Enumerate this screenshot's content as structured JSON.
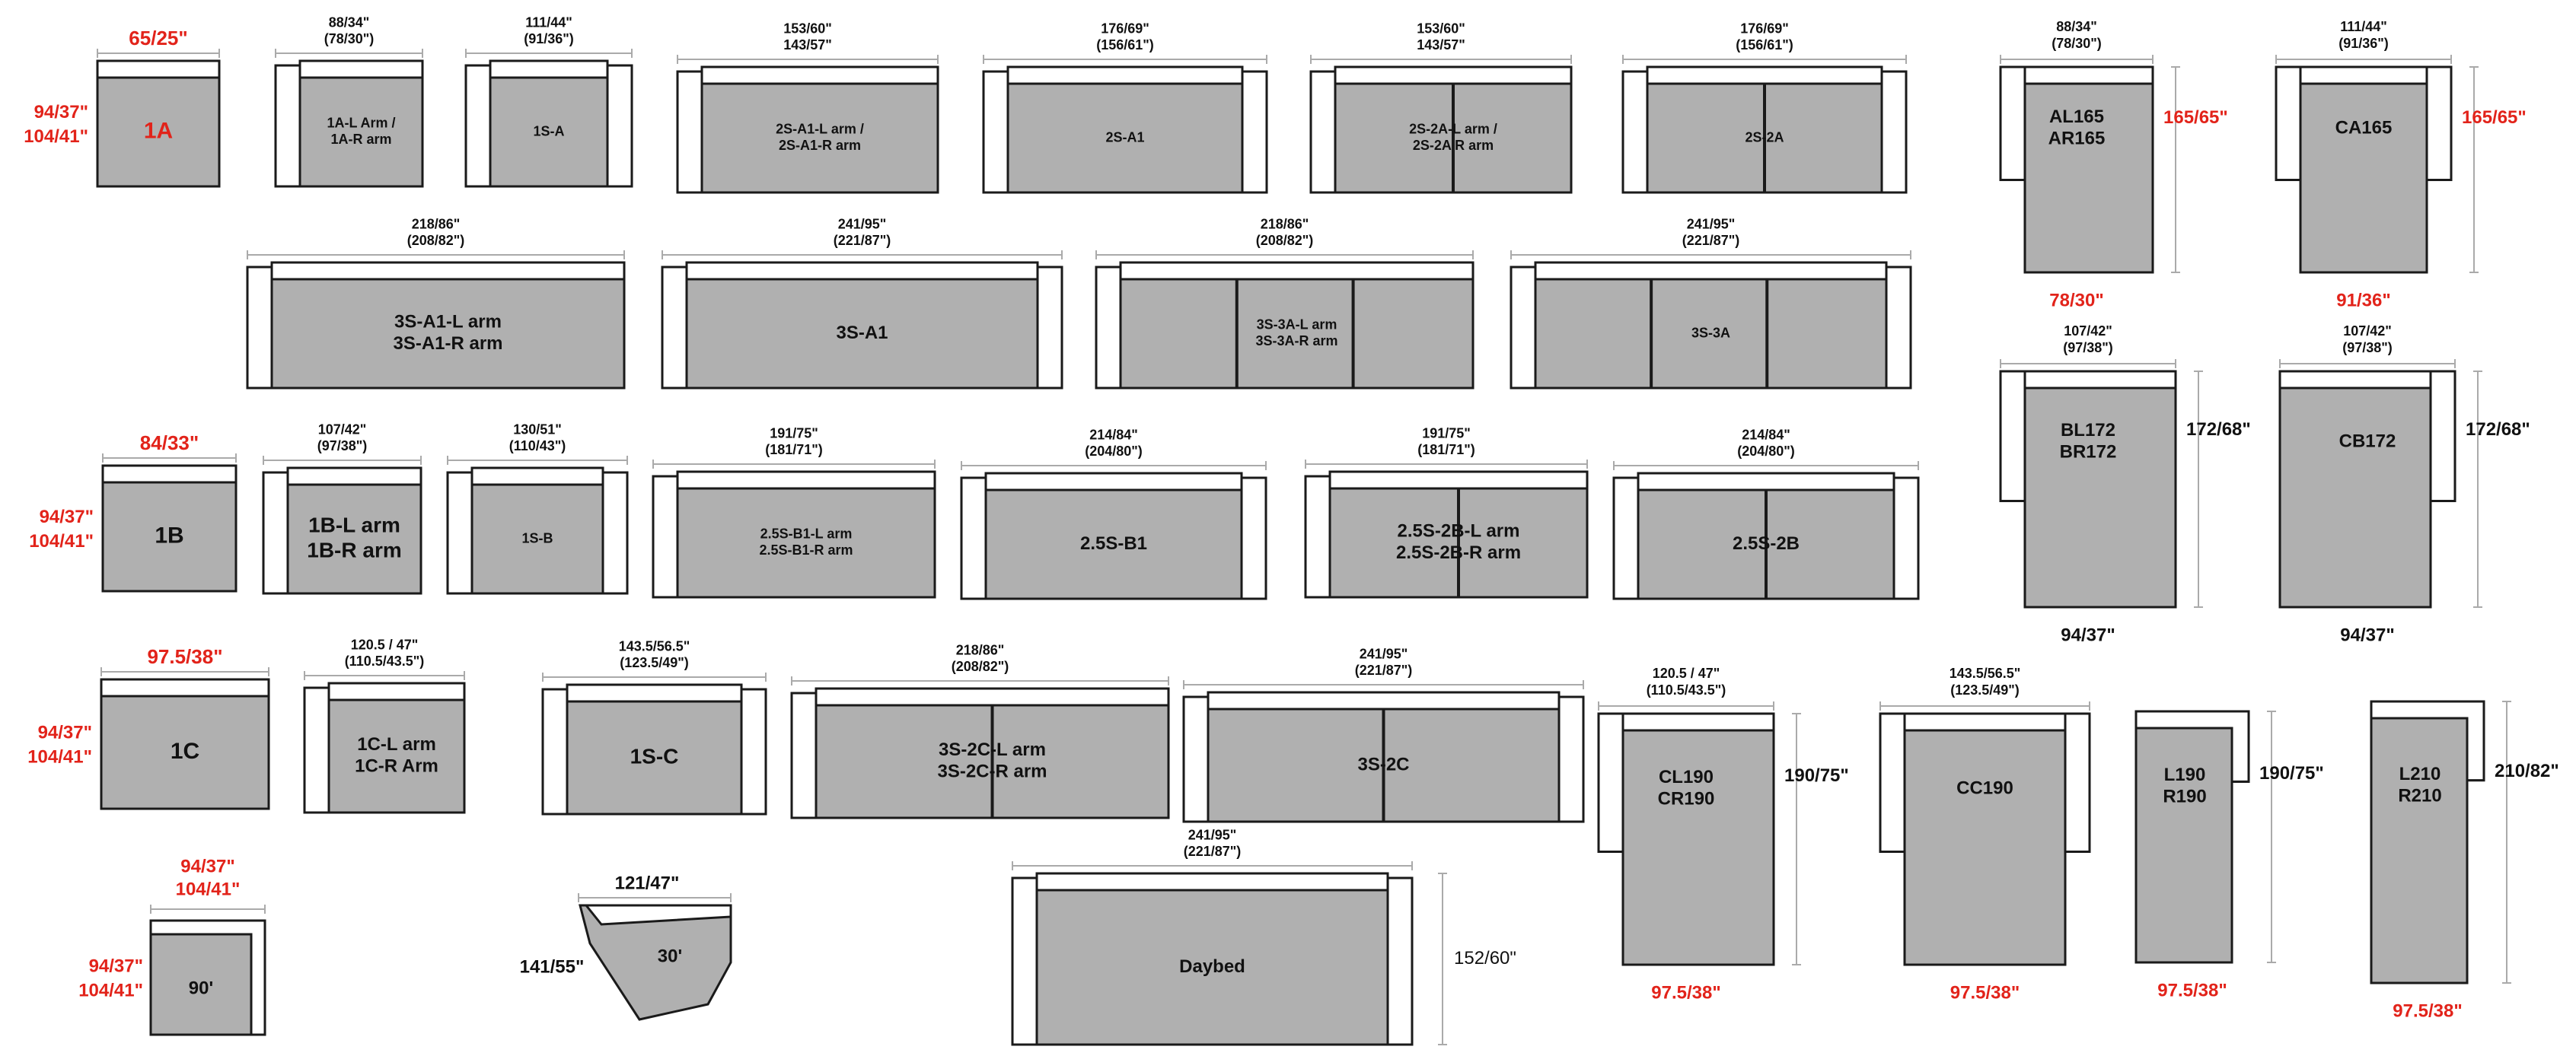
{
  "style": {
    "fill": "#b0b0b0",
    "outline": "#1a1a1a",
    "back_fill": "#ffffff",
    "dim_line": "#aaaaaa",
    "text": "#111111",
    "red": "#e2231a"
  },
  "pieces": [
    {
      "id": "1A",
      "label": [
        "1A"
      ],
      "label_red": true,
      "label_size": "xl",
      "top": [
        "65/25\""
      ],
      "top_red": true,
      "left": [
        "94/37\"",
        "104/41\""
      ],
      "left_red": true,
      "arms": "none"
    },
    {
      "id": "1A-arm",
      "label": [
        "1A-L Arm /",
        "1A-R arm"
      ],
      "top": [
        "88/34\"",
        "(78/30\")"
      ],
      "arms": "left"
    },
    {
      "id": "1S-A",
      "label": [
        "1S-A"
      ],
      "top": [
        "111/44\"",
        "(91/36\")"
      ],
      "arms": "both"
    },
    {
      "id": "2S-A1-arm",
      "label": [
        "2S-A1-L arm /",
        "2S-A1-R arm"
      ],
      "top": [
        "153/60\"",
        "143/57\""
      ],
      "arms": "left"
    },
    {
      "id": "2S-A1",
      "label": [
        "2S-A1"
      ],
      "top": [
        "176/69\"",
        "(156/61\")"
      ],
      "arms": "both"
    },
    {
      "id": "2S-2A-arm",
      "label": [
        "2S-2A-L arm /",
        "2S-2A R arm"
      ],
      "top": [
        "153/60\"",
        "143/57\""
      ],
      "arms": "left",
      "split": [
        0.5
      ]
    },
    {
      "id": "2S-2A",
      "label": [
        "2S-2A"
      ],
      "top": [
        "176/69\"",
        "(156/61\")"
      ],
      "arms": "both",
      "split": [
        0.5
      ]
    },
    {
      "id": "3S-A1-arm",
      "label": [
        "3S-A1-L arm",
        "3S-A1-R arm"
      ],
      "label_size": "l",
      "top": [
        "218/86\"",
        "(208/82\")"
      ],
      "arms": "left"
    },
    {
      "id": "3S-A1",
      "label": [
        "3S-A1"
      ],
      "label_size": "l",
      "top": [
        "241/95\"",
        "(221/87\")"
      ],
      "arms": "both"
    },
    {
      "id": "3S-3A-arm",
      "label": [
        "3S-3A-L arm",
        "3S-3A-R arm"
      ],
      "top": [
        "218/86\"",
        "(208/82\")"
      ],
      "arms": "left",
      "split": [
        0.33,
        0.66
      ]
    },
    {
      "id": "3S-3A",
      "label": [
        "3S-3A"
      ],
      "top": [
        "241/95\"",
        "(221/87\")"
      ],
      "arms": "both",
      "split": [
        0.33,
        0.66
      ]
    },
    {
      "id": "1B",
      "label": [
        "1B"
      ],
      "label_size": "xl",
      "top": [
        "84/33\""
      ],
      "top_red": true,
      "left": [
        "94/37\"",
        "104/41\""
      ],
      "left_red": true,
      "arms": "none"
    },
    {
      "id": "1B-arm",
      "label": [
        "1B-L arm",
        "1B-R arm"
      ],
      "label_size": "xl2",
      "top": [
        "107/42\"",
        "(97/38\")"
      ],
      "arms": "left"
    },
    {
      "id": "1S-B",
      "label": [
        "1S-B"
      ],
      "top": [
        "130/51\"",
        "(110/43\")"
      ],
      "arms": "both"
    },
    {
      "id": "2.5S-B1-arm",
      "label": [
        "2.5S-B1-L arm",
        "2.5S-B1-R arm"
      ],
      "top": [
        "191/75\"",
        "(181/71\")"
      ],
      "arms": "left"
    },
    {
      "id": "2.5S-B1",
      "label": [
        "2.5S-B1"
      ],
      "label_size": "l",
      "top": [
        "214/84\"",
        "(204/80\")"
      ],
      "arms": "both"
    },
    {
      "id": "2.5S-2B-arm",
      "label": [
        "2.5S-2B-L arm",
        "2.5S-2B-R arm"
      ],
      "label_size": "l",
      "top": [
        "191/75\"",
        "(181/71\")"
      ],
      "arms": "left",
      "split": [
        0.5
      ]
    },
    {
      "id": "2.5S-2B",
      "label": [
        "2.5S-2B"
      ],
      "label_size": "l",
      "top": [
        "214/84\"",
        "(204/80\")"
      ],
      "arms": "both",
      "split": [
        0.5
      ]
    },
    {
      "id": "1C",
      "label": [
        "1C"
      ],
      "label_size": "xl",
      "top": [
        "97.5/38\""
      ],
      "top_red": true,
      "left": [
        "94/37\"",
        "104/41\""
      ],
      "left_red": true,
      "arms": "none"
    },
    {
      "id": "1C-arm",
      "label": [
        "1C-L arm",
        "1C-R Arm"
      ],
      "label_size": "l",
      "top": [
        "120.5 / 47\"",
        "(110.5/43.5\")"
      ],
      "arms": "left"
    },
    {
      "id": "1S-C",
      "label": [
        "1S-C"
      ],
      "label_size": "xl2",
      "top": [
        "143.5/56.5\"",
        "(123.5/49\")"
      ],
      "arms": "both"
    },
    {
      "id": "3S-2C-arm",
      "label": [
        "3S-2C-L arm",
        "3S-2C-R arm"
      ],
      "label_size": "l",
      "top": [
        "218/86\"",
        "(208/82\")"
      ],
      "arms": "left",
      "split": [
        0.5
      ]
    },
    {
      "id": "3S-2C",
      "label": [
        "3S-2C"
      ],
      "label_size": "l",
      "top": [
        "241/95\"",
        "(221/87\")"
      ],
      "arms": "both",
      "split": [
        0.5
      ]
    },
    {
      "id": "Daybed",
      "label": [
        "Daybed"
      ],
      "label_size": "l",
      "top": [
        "241/95\"",
        "(221/87\")"
      ],
      "right": [
        "152/60\""
      ],
      "arms": "both"
    }
  ],
  "chaises": [
    {
      "id": "AL165",
      "label": [
        "AL165",
        "AR165"
      ],
      "top": [
        "88/34\"",
        "(78/30\")"
      ],
      "side": [
        "165/65\""
      ],
      "side_red": true,
      "bottom": [
        "78/30\""
      ],
      "bottom_red": true
    },
    {
      "id": "CA165",
      "label": [
        "CA165"
      ],
      "top": [
        "111/44\"",
        "(91/36\")"
      ],
      "side": [
        "165/65\""
      ],
      "side_red": true,
      "bottom": [
        "91/36\""
      ],
      "bottom_red": true
    },
    {
      "id": "BL172",
      "label": [
        "BL172",
        "BR172"
      ],
      "top": [
        "107/42\"",
        "(97/38\")"
      ],
      "side": [
        "172/68\""
      ],
      "bottom": [
        "94/37\""
      ]
    },
    {
      "id": "CB172",
      "label": [
        "CB172"
      ],
      "top": [
        "107/42\"",
        "(97/38\")"
      ],
      "side": [
        "172/68\""
      ],
      "bottom": [
        "94/37\""
      ]
    },
    {
      "id": "CL190",
      "label": [
        "CL190",
        "CR190"
      ],
      "top": [
        "120.5 / 47\"",
        "(110.5/43.5\")"
      ],
      "side": [
        "190/75\""
      ],
      "bottom": [
        "97.5/38\""
      ],
      "bottom_red": true
    },
    {
      "id": "CC190",
      "label": [
        "CC190"
      ],
      "top": [
        "143.5/56.5\"",
        "(123.5/49\")"
      ],
      "bottom": [
        "97.5/38\""
      ],
      "bottom_red": true
    },
    {
      "id": "L190",
      "label": [
        "L190",
        "R190"
      ],
      "side": [
        "190/75\""
      ],
      "bottom": [
        "97.5/38\""
      ],
      "bottom_red": true
    },
    {
      "id": "L210",
      "label": [
        "L210",
        "R210"
      ],
      "side": [
        "210/82\""
      ],
      "bottom": [
        "97.5/38\""
      ],
      "bottom_red": true
    }
  ],
  "corners": [
    {
      "id": "90",
      "label": [
        "90'"
      ],
      "top": [
        "94/37\"",
        "104/41\""
      ],
      "top_red": true,
      "left": [
        "94/37\"",
        "104/41\""
      ],
      "left_red": true
    },
    {
      "id": "30",
      "label": [
        "30'"
      ],
      "top": [
        "121/47\""
      ],
      "left": [
        "141/55\""
      ]
    }
  ]
}
